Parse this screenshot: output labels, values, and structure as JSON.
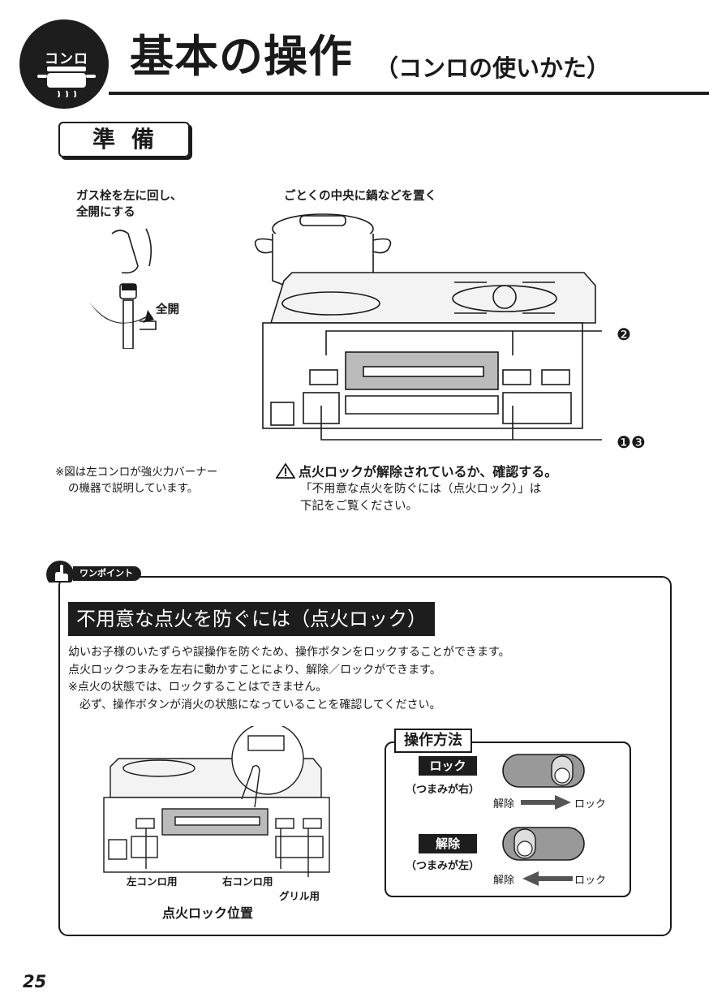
{
  "header": {
    "badge_label": "コンロ",
    "title": "基本の操作",
    "subtitle": "（コンロの使いかた）"
  },
  "prep": {
    "tab_label": "準備",
    "gas_instruction": [
      "ガス栓を左に回し、",
      "全開にする"
    ],
    "full_open_label": "全開",
    "pot_instruction": "ごとくの中央に鍋などを置く",
    "marker_2": "❷",
    "marker_13": "❶❸",
    "note": [
      "※図は左コンロが強火力バーナー",
      "の機器で説明しています。"
    ],
    "warning_head": "点火ロックが解除されているか、確認する。",
    "warning_body": [
      "「不用意な点火を防ぐには（点火ロック）」は",
      "下記をご覧ください。"
    ]
  },
  "onepoint": {
    "tag": "ワンポイント",
    "heading": "不用意な点火を防ぐには（点火ロック）",
    "lines": [
      "幼いお子様のいたずらや誤操作を防ぐため、操作ボタンをロックすることができます。",
      "点火ロックつまみを左右に動かすことにより、解除／ロックができます。",
      "※点火の状態では、ロックすることはできません。",
      "　必ず、操作ボタンが消火の状態になっていることを確認してください。"
    ],
    "label_left": "左コンロ用",
    "label_right": "右コンロ用",
    "label_grill": "グリル用",
    "figure_caption": "点火ロック位置",
    "method": {
      "title": "操作方法",
      "lock_label": "ロック",
      "lock_sub": "（つまみが右）",
      "unlock_label": "解除",
      "unlock_sub": "（つまみが左）",
      "release_word": "解除",
      "lock_word": "ロック"
    }
  },
  "page_number": "25"
}
